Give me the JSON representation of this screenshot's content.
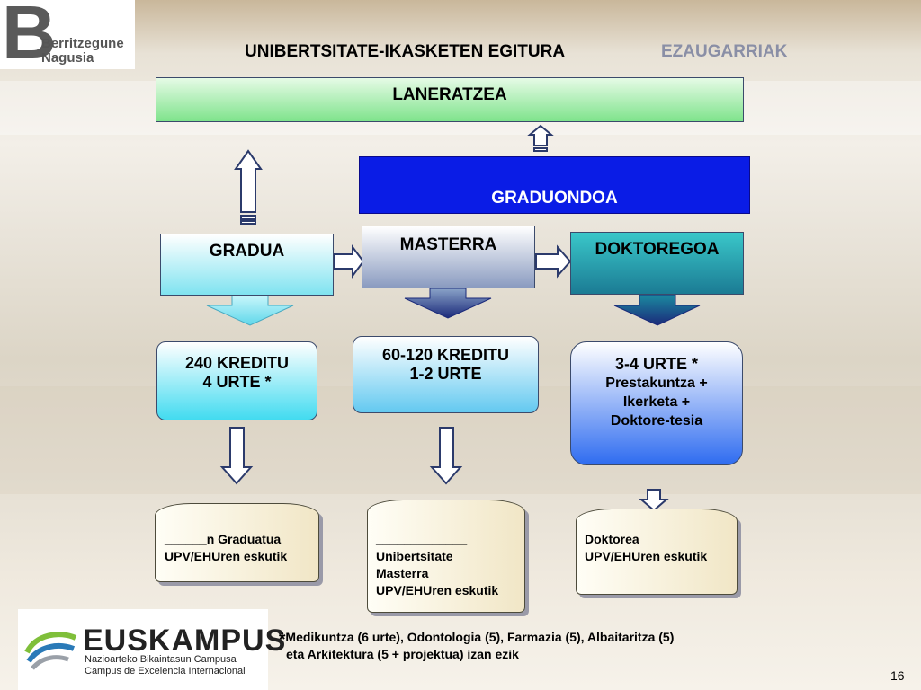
{
  "logo": {
    "top": "Berritzegune",
    "bottom": "Nagusia"
  },
  "title": {
    "main": "UNIBERTSITATE-IKASKETEN EGITURA",
    "secondary": "EZAUGARRIAK"
  },
  "boxes": {
    "laneratzea": "LANERATZEA",
    "graduondoa": "GRADUONDOA",
    "gradua": "GRADUA",
    "masterra": "MASTERRA",
    "doktoregoa": "DOKTOREGOA"
  },
  "credits": {
    "gradua": [
      "240 KREDITU",
      "4 URTE *"
    ],
    "masterra": [
      "60-120 KREDITU",
      "1-2 URTE"
    ],
    "doktoregoa": [
      "3-4 URTE *",
      "Prestakuntza +",
      "Ikerketa  +",
      "Doktore-tesia"
    ]
  },
  "diplomas": {
    "gradua": [
      "______n Graduatua",
      "UPV/EHUren eskutik"
    ],
    "masterra": [
      "_____________",
      "Unibertsitate",
      "Masterra",
      "UPV/EHUren eskutik"
    ],
    "doktoregoa": [
      "Doktorea",
      "UPV/EHUren eskutik"
    ]
  },
  "euskampus": {
    "name": "EUSKAMPUS",
    "line1": "Nazioarteko Bikaintasun Campusa",
    "line2": "Campus de Excelencia Internacional"
  },
  "footnote": {
    "star": "*",
    "line1": "Medikuntza (6 urte), Odontologia (5), Farmazia (5), Albaitaritza (5)",
    "line2": "eta Arkitektura (5 + projektua) izan ezik"
  },
  "page_number": "16",
  "colors": {
    "graduondoa": "#0a1ce6",
    "laneratzea": "#7fe38c",
    "doktoregoa": "#1b7b94"
  }
}
